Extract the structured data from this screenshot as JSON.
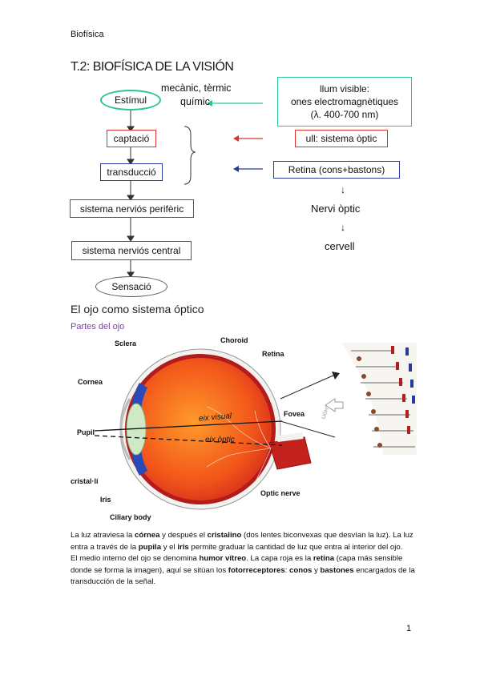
{
  "header": {
    "subject": "Biofísica"
  },
  "title": "T.2: BIOFÍSICA DE LA VISIÓN",
  "diagram": {
    "estimul": "Estímul",
    "estimul_types_1": "mecànic, tèrmic",
    "estimul_types_2": "químic",
    "captacio": "captació",
    "transduccio": "transducció",
    "periferic": "sistema nerviós perifèric",
    "central": "sistema nerviós central",
    "sensacio": "Sensació",
    "light_box_1": "llum visible:",
    "light_box_2": "ones electromagnètiques",
    "light_box_3": "(λ. 400-700 nm)",
    "ull": "ull: sistema òptic",
    "retina": "Retina (cons+bastons)",
    "arrow_down_1": "↓",
    "nervi": "Nervi òptic",
    "arrow_down_2": "↓",
    "cervell": "cervell"
  },
  "section": {
    "heading": "El ojo como sistema óptico",
    "subheading": "Partes del ojo"
  },
  "eye_labels": {
    "sclera": "Sclera",
    "choroid": "Choroid",
    "retina": "Retina",
    "cornea": "Cornea",
    "fovea": "Fovea",
    "pupil": "Pupil",
    "eix_visual": "eix visual",
    "eix_optic": "eix òptic",
    "cristalli": "cristal·lí",
    "iris": "Iris",
    "optic_nerve": "Optic nerve",
    "ciliary": "Ciliary body",
    "light": "LIGHT"
  },
  "paragraph": {
    "p1_a": "La luz atraviesa la ",
    "p1_cornea": "córnea",
    "p1_b": " y después el ",
    "p1_cristalino": "cristalino",
    "p1_c": " (dos lentes biconvexas que desvían la luz). La luz entra a través de la ",
    "p1_pupila": "pupila",
    "p1_d": " y el ",
    "p1_iris": "iris",
    "p1_e": " permite graduar la cantidad de luz que entra al interior del ojo.",
    "p2_a": "El medio interno del ojo se denomina ",
    "p2_humor": "humor vítreo",
    "p2_b": ". La capa roja es la ",
    "p2_retina": "retina",
    "p2_c": " (capa más sensible donde se forma la imagen), aquí se sitúan los ",
    "p2_foto": "fotorreceptores",
    "p2_d": ": ",
    "p2_conos": "conos",
    "p2_e": " y ",
    "p2_bastones": "bastones",
    "p2_f": " encargados de la transducción de la señal."
  },
  "page_number": "1",
  "colors": {
    "teal": "#2cc49b",
    "red": "#e0302a",
    "blue": "#2a3a9c",
    "eye_orange": "#f26a1b",
    "eye_red": "#e43b1c",
    "purple": "#7b3f9c"
  }
}
